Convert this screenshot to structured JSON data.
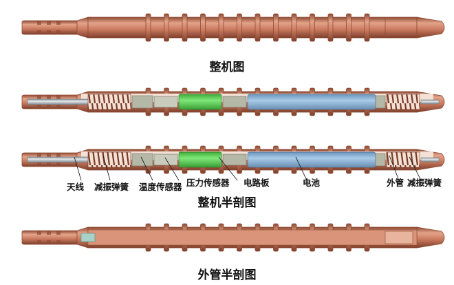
{
  "colors": {
    "copper": "#c9795e",
    "copper_light": "#e3a48a",
    "copper_dark": "#8e4a33",
    "cavity": "#f3e1d6",
    "spring": "#7a3a25",
    "rod": "#b9c0c6",
    "pcb": "#5fd45a",
    "battery": "#8fb6d9",
    "sensor": "#b5b8a6"
  },
  "captions": {
    "whole": "整机图",
    "section": "整机半剖图",
    "tube": "外管半剖图"
  },
  "labels": {
    "antenna": "天线",
    "spring_left": "减振弹簧",
    "temp_sensor": "温度传感器",
    "pressure_sensor": "压力传感器",
    "circuit_board": "电路板",
    "battery": "电池",
    "outer_tube": "外管",
    "spring_right": "减振弹簧"
  }
}
